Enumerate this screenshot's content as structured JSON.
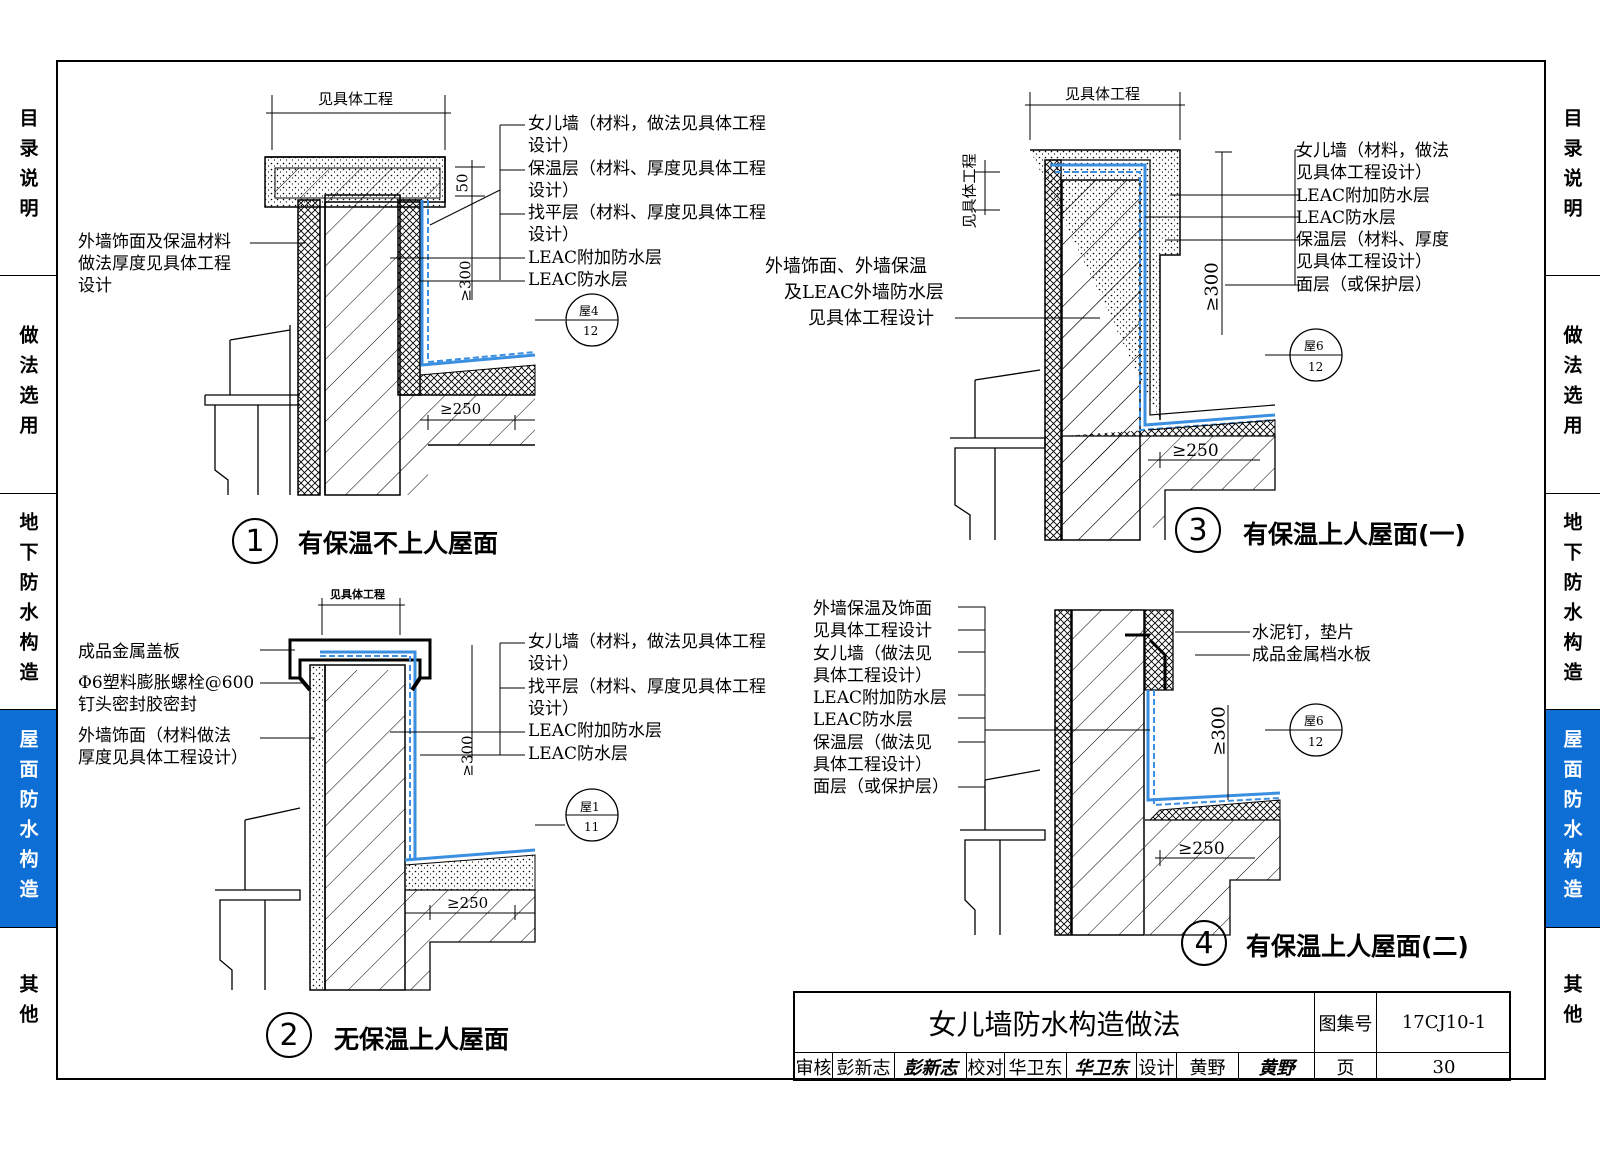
{
  "left_nav": [
    "目录说明",
    "做法选用",
    "地下防水构造",
    "屋面防水构造",
    "其他"
  ],
  "right_nav": [
    "目录说明",
    "做法选用",
    "地下防水构造",
    "屋面防水构造",
    "其他"
  ],
  "active_nav": "屋面防水构造",
  "accent_color": "#0d6fd6",
  "waterproof_color": "#3b8fe0",
  "details": [
    {
      "number": "1",
      "title": "有保温不上人屋面",
      "dim_top": "见具体工程",
      "dim_50": "50",
      "dim_300": "≥300",
      "dim_250": "≥250",
      "ref_top": "屋4",
      "ref_bottom": "12",
      "right_labels": [
        "女儿墙（材料，做法见具体工程",
        "设计）",
        "保温层（材料、厚度见具体工程",
        "设计）",
        "找平层（材料、厚度见具体工程",
        "设计）",
        "LEAC附加防水层",
        "LEAC防水层"
      ],
      "left_labels": [
        "外墙饰面及保温材料",
        "做法厚度见具体工程",
        "设计"
      ]
    },
    {
      "number": "2",
      "title": "无保温上人屋面",
      "dim_top": "见具体工程",
      "dim_300": "≥300",
      "dim_250": "≥250",
      "ref_top": "屋1",
      "ref_bottom": "11",
      "right_labels": [
        "女儿墙（材料，做法见具体工程",
        "设计）",
        "找平层（材料、厚度见具体工程",
        "设计）",
        "LEAC附加防水层",
        "LEAC防水层"
      ],
      "left_labels": [
        "成品金属盖板",
        "Φ6塑料膨胀螺栓@600",
        "钉头密封胶密封",
        "外墙饰面（材料做法",
        "厚度见具体工程设计）"
      ]
    },
    {
      "number": "3",
      "title": "有保温上人屋面(一)",
      "dim_top": "见具体工程",
      "dim_side": "见具体工程",
      "dim_300": "≥300",
      "dim_250": "≥250",
      "ref_top": "屋6",
      "ref_bottom": "12",
      "right_labels": [
        "女儿墙（材料，做法",
        "见具体工程设计）",
        "LEAC附加防水层",
        "LEAC防水层",
        "保温层（材料、厚度",
        "见具体工程设计）",
        "面层（或保护层）"
      ],
      "left_labels": [
        "外墙饰面、外墙保温",
        "及LEAC外墙防水层",
        "见具体工程设计"
      ]
    },
    {
      "number": "4",
      "title": "有保温上人屋面(二)",
      "dim_300": "≥300",
      "dim_250": "≥250",
      "ref_top": "屋6",
      "ref_bottom": "12",
      "right_labels": [
        "水泥钉，垫片",
        "成品金属档水板"
      ],
      "left_labels": [
        "外墙保温及饰面",
        "见具体工程设计",
        "女儿墙（做法见",
        "具体工程设计）",
        "LEAC附加防水层",
        "LEAC防水层",
        "保温层（做法见",
        "具体工程设计）",
        "面层（或保护层）"
      ]
    }
  ],
  "title_block": {
    "drawing_title": "女儿墙防水构造做法",
    "atlas_label": "图集号",
    "atlas_number": "17CJ10-1",
    "review_label": "审核",
    "reviewer": "彭新志",
    "reviewer_signature": "彭新志",
    "check_label": "校对",
    "checker": "华卫东",
    "checker_signature": "华卫东",
    "design_label": "设计",
    "designer": "黄野",
    "designer_signature": "黄野",
    "page_label": "页",
    "page_number": "30"
  }
}
